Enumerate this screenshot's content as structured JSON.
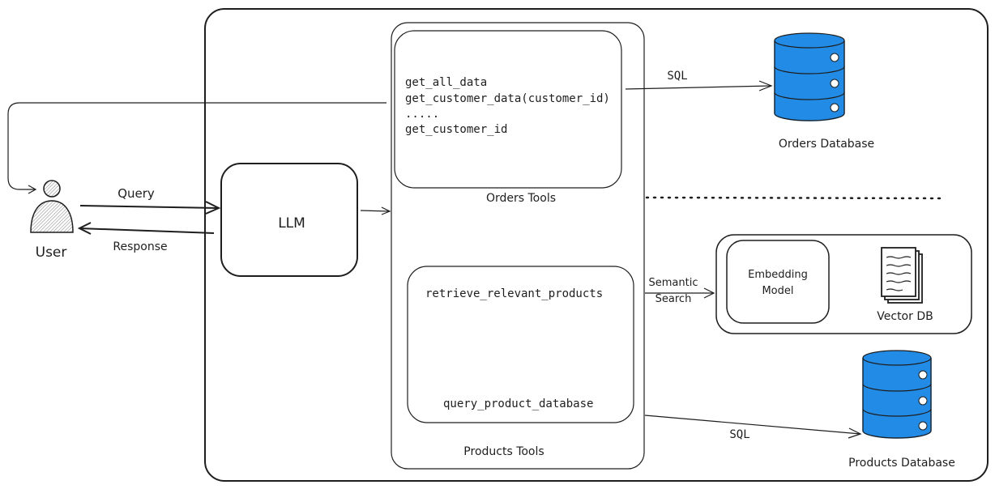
{
  "colors": {
    "stroke": "#1e1e1e",
    "database_fill": "#228be6",
    "database_stroke": "#1971c2",
    "background": "#ffffff"
  },
  "user": {
    "label": "User",
    "icon": "user-icon"
  },
  "edges": {
    "query_label": "Query",
    "response_label": "Response",
    "orders_sql_label": "SQL",
    "products_sql_label": "SQL",
    "semantic_search_label_line1": "Semantic",
    "semantic_search_label_line2": "Search"
  },
  "llm": {
    "label": "LLM"
  },
  "orders_tools": {
    "label": "Orders Tools",
    "functions": [
      "get_all_data",
      "get_customer_data(customer_id)",
      ".....",
      "get_customer_id"
    ]
  },
  "products_tools": {
    "label": "Products Tools",
    "functions": [
      "retrieve_relevant_products",
      "query_product_database"
    ]
  },
  "orders_database": {
    "label": "Orders Database",
    "icon": "database-icon"
  },
  "products_database": {
    "label": "Products Database",
    "icon": "database-icon"
  },
  "vector_store": {
    "embedding_model_line1": "Embedding",
    "embedding_model_line2": "Model",
    "vector_db_label": "Vector DB",
    "icon": "document-stack-icon"
  }
}
